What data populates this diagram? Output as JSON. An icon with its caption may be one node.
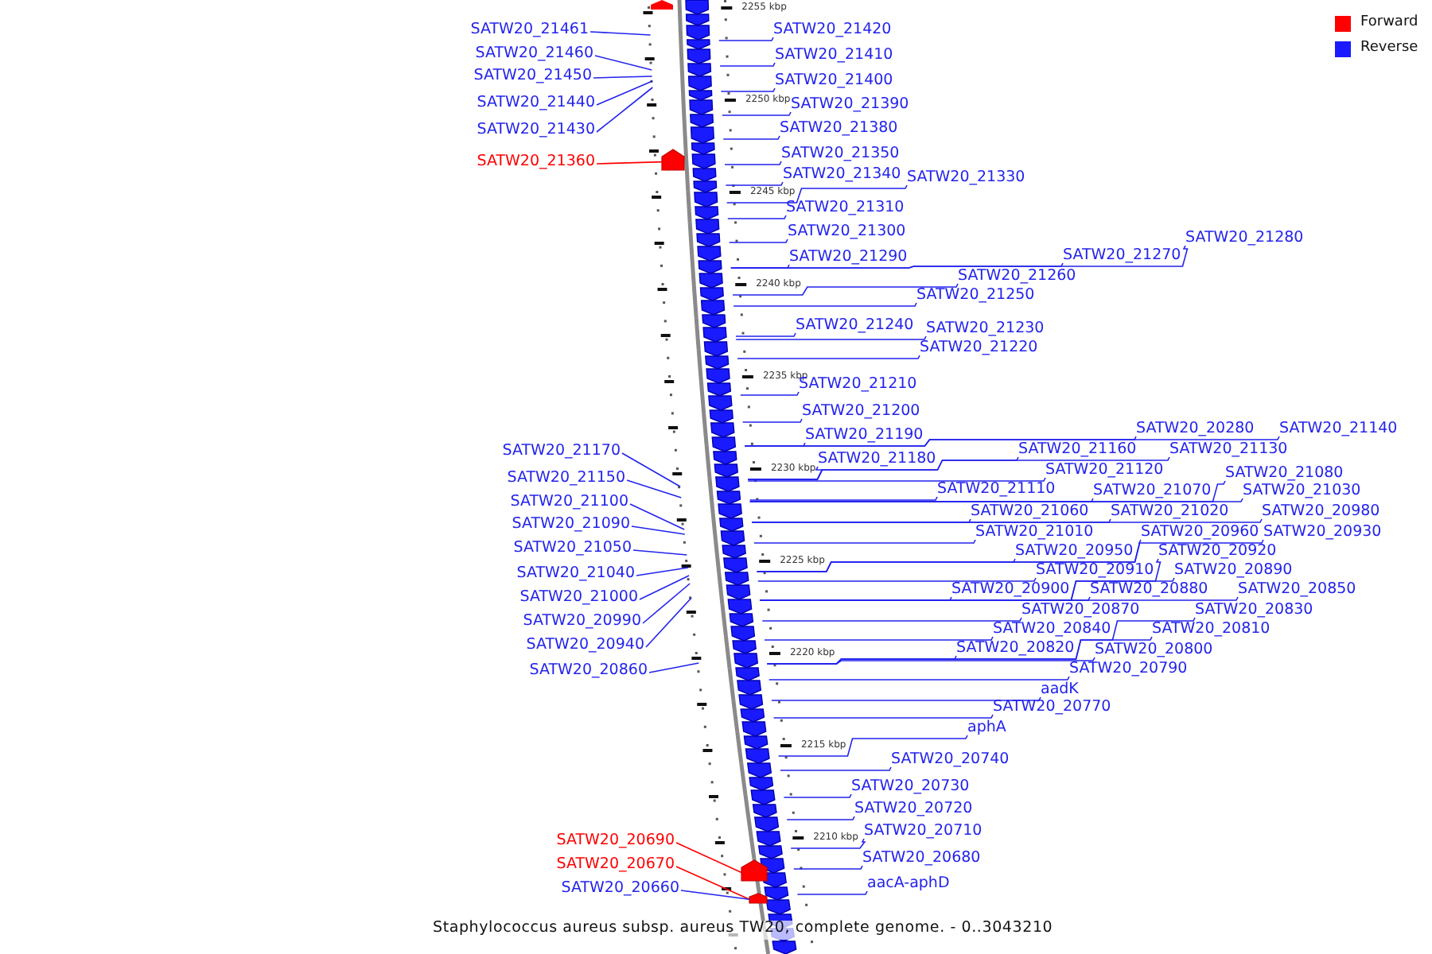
{
  "diagram": {
    "caption": "Staphylococcus aureus subsp. aureus TW20, complete genome. - 0..3043210",
    "nodes": [
      {
        "text": [
          "SATW20_21461"
        ]
      },
      {
        "text": [
          "SATW20_21420"
        ]
      },
      {
        "text": [
          "SATW20_21460"
        ]
      },
      {
        "text": [
          "SATW20_21410"
        ]
      },
      {
        "text": [
          "SATW20_21450"
        ]
      },
      {
        "text": [
          "SATW20_21400"
        ]
      },
      {
        "text": [
          "SATW20_21440"
        ]
      },
      {
        "text": [
          "SATW20_21390"
        ]
      },
      {
        "text": [
          "SATW20_21430"
        ]
      },
      {
        "text": [
          "SATW20_21380"
        ]
      },
      {
        "text": [
          "SATW20_21350"
        ]
      },
      {
        "text": [
          "SATW20_21360"
        ]
      },
      {
        "text": [
          "SATW20_21340"
        ]
      },
      {
        "text": [
          "SATW20_21330"
        ]
      },
      {
        "text": [
          "SATW20_21310"
        ]
      },
      {
        "text": [
          "SATW20_21300"
        ]
      },
      {
        "text": [
          "SATW20_21280"
        ]
      },
      {
        "text": [
          "SATW20_21290"
        ]
      },
      {
        "text": [
          "SATW20_21270"
        ]
      },
      {
        "text": [
          "SATW20_21260"
        ]
      },
      {
        "text": [
          "SATW20_21250"
        ]
      },
      {
        "text": [
          "SATW20_21240"
        ]
      },
      {
        "text": [
          "SATW20_21230"
        ]
      },
      {
        "text": [
          "SATW20_21220"
        ]
      },
      {
        "text": [
          "SATW20_21210"
        ]
      },
      {
        "text": [
          "SATW20_21200"
        ]
      },
      {
        "text": [
          "SATW20_20280"
        ]
      },
      {
        "text": [
          "SATW20_21140"
        ]
      },
      {
        "text": [
          "SATW20_21190"
        ]
      },
      {
        "text": [
          "SATW20_21170"
        ]
      },
      {
        "text": [
          "SATW20_21160"
        ]
      },
      {
        "text": [
          "SATW20_21130"
        ]
      },
      {
        "text": [
          "SATW20_21180"
        ]
      },
      {
        "text": [
          "SATW20_21120"
        ]
      },
      {
        "text": [
          "SATW20_21080"
        ]
      },
      {
        "text": [
          "SATW20_21150"
        ]
      },
      {
        "text": [
          "SATW20_21110"
        ]
      },
      {
        "text": [
          "SATW20_21070"
        ]
      },
      {
        "text": [
          "SATW20_21030"
        ]
      },
      {
        "text": [
          "SATW20_21100"
        ]
      },
      {
        "text": [
          "SATW20_21060"
        ]
      },
      {
        "text": [
          "SATW20_21020"
        ]
      },
      {
        "text": [
          "SATW20_20980"
        ]
      },
      {
        "text": [
          "SATW20_21090"
        ]
      },
      {
        "text": [
          "SATW20_21010"
        ]
      },
      {
        "text": [
          "SATW20_20960"
        ]
      },
      {
        "text": [
          "SATW20_20930"
        ]
      },
      {
        "text": [
          "SATW20_21050"
        ]
      },
      {
        "text": [
          "SATW20_20950"
        ]
      },
      {
        "text": [
          "SATW20_20920"
        ]
      },
      {
        "text": [
          "SATW20_20910"
        ]
      },
      {
        "text": [
          "SATW20_20890"
        ]
      },
      {
        "text": [
          "SATW20_21040"
        ]
      },
      {
        "text": [
          "SATW20_20900"
        ]
      },
      {
        "text": [
          "SATW20_20880"
        ]
      },
      {
        "text": [
          "SATW20_20850"
        ]
      },
      {
        "text": [
          "SATW20_21000"
        ]
      },
      {
        "text": [
          "SATW20_20870"
        ]
      },
      {
        "text": [
          "SATW20_20830"
        ]
      },
      {
        "text": [
          "SATW20_20990"
        ]
      },
      {
        "text": [
          "SATW20_20840"
        ]
      },
      {
        "text": [
          "SATW20_20810"
        ]
      },
      {
        "text": [
          "SATW20_20940"
        ]
      },
      {
        "text": [
          "SATW20_20820"
        ]
      },
      {
        "text": [
          "SATW20_20800"
        ]
      },
      {
        "text": [
          "SATW20_20860"
        ]
      },
      {
        "text": [
          "SATW20_20790"
        ]
      },
      {
        "text": [
          "aadK"
        ]
      },
      {
        "text": [
          "SATW20_20770"
        ]
      },
      {
        "text": [
          "aphA"
        ]
      },
      {
        "text": [
          "SATW20_20740"
        ]
      },
      {
        "text": [
          "SATW20_20730"
        ]
      },
      {
        "text": [
          "SATW20_20720"
        ]
      },
      {
        "text": [
          "SATW20_20710"
        ]
      },
      {
        "text": [
          "SATW20_20690"
        ]
      },
      {
        "text": [
          "SATW20_20680"
        ]
      },
      {
        "text": [
          "SATW20_20670"
        ]
      },
      {
        "text": [
          "aacA-aphD"
        ]
      },
      {
        "text": [
          "SATW20_20660"
        ]
      },
      {
        "text": [],
        "shape": "pentagon"
      },
      {
        "text": [],
        "shape": "pentagon"
      },
      {
        "text": [],
        "shape": "pentagon"
      }
    ],
    "edges": [
      {
        "from": 0,
        "to": null,
        "arrow": "none"
      },
      {
        "from": 1,
        "to": null,
        "arrow": "none"
      },
      {
        "from": 2,
        "to": null,
        "arrow": "none"
      },
      {
        "from": 3,
        "to": null,
        "arrow": "none"
      },
      {
        "from": 4,
        "to": null,
        "arrow": "none"
      },
      {
        "from": 5,
        "to": null,
        "arrow": "none"
      },
      {
        "from": 6,
        "to": null,
        "arrow": "none"
      },
      {
        "from": 7,
        "to": null,
        "arrow": "none"
      },
      {
        "from": 8,
        "to": null,
        "arrow": "none"
      },
      {
        "from": 9,
        "to": null,
        "arrow": "none"
      },
      {
        "from": 10,
        "to": null,
        "arrow": "none"
      },
      {
        "from": 11,
        "to": 79,
        "arrow": "none",
        "color": "#ff0000"
      },
      {
        "from": 12,
        "to": null,
        "arrow": "none"
      },
      {
        "from": 13,
        "to": null,
        "arrow": "none"
      },
      {
        "from": 14,
        "to": null,
        "arrow": "none"
      },
      {
        "from": 15,
        "to": null,
        "arrow": "none"
      },
      {
        "from": 16,
        "to": null,
        "arrow": "none"
      },
      {
        "from": 17,
        "to": null,
        "arrow": "none"
      },
      {
        "from": 18,
        "to": null,
        "arrow": "none"
      },
      {
        "from": 19,
        "to": null,
        "arrow": "none"
      },
      {
        "from": 20,
        "to": null,
        "arrow": "none"
      },
      {
        "from": 21,
        "to": null,
        "arrow": "none"
      },
      {
        "from": 22,
        "to": null,
        "arrow": "none"
      },
      {
        "from": 23,
        "to": null,
        "arrow": "none"
      },
      {
        "from": 24,
        "to": null,
        "arrow": "none"
      },
      {
        "from": 25,
        "to": null,
        "arrow": "none"
      },
      {
        "from": 26,
        "to": null,
        "arrow": "none"
      },
      {
        "from": 27,
        "to": null,
        "arrow": "none"
      },
      {
        "from": 28,
        "to": null,
        "arrow": "none"
      },
      {
        "from": 29,
        "to": null,
        "arrow": "none"
      },
      {
        "from": 30,
        "to": null,
        "arrow": "none"
      },
      {
        "from": 31,
        "to": null,
        "arrow": "none"
      },
      {
        "from": 32,
        "to": null,
        "arrow": "none"
      },
      {
        "from": 33,
        "to": null,
        "arrow": "none"
      },
      {
        "from": 34,
        "to": null,
        "arrow": "none"
      },
      {
        "from": 35,
        "to": null,
        "arrow": "none"
      },
      {
        "from": 36,
        "to": null,
        "arrow": "none"
      },
      {
        "from": 37,
        "to": null,
        "arrow": "none"
      },
      {
        "from": 38,
        "to": null,
        "arrow": "none"
      },
      {
        "from": 39,
        "to": null,
        "arrow": "none"
      },
      {
        "from": 40,
        "to": null,
        "arrow": "none"
      },
      {
        "from": 41,
        "to": null,
        "arrow": "none"
      },
      {
        "from": 42,
        "to": null,
        "arrow": "none"
      },
      {
        "from": 43,
        "to": null,
        "arrow": "none"
      },
      {
        "from": 44,
        "to": null,
        "arrow": "none"
      },
      {
        "from": 45,
        "to": null,
        "arrow": "none"
      },
      {
        "from": 46,
        "to": null,
        "arrow": "none"
      },
      {
        "from": 47,
        "to": null,
        "arrow": "none"
      },
      {
        "from": 48,
        "to": null,
        "arrow": "none"
      },
      {
        "from": 49,
        "to": null,
        "arrow": "none"
      },
      {
        "from": 50,
        "to": null,
        "arrow": "none"
      },
      {
        "from": 51,
        "to": null,
        "arrow": "none"
      },
      {
        "from": 52,
        "to": null,
        "arrow": "none"
      },
      {
        "from": 53,
        "to": null,
        "arrow": "none"
      },
      {
        "from": 54,
        "to": null,
        "arrow": "none"
      },
      {
        "from": 55,
        "to": null,
        "arrow": "none"
      },
      {
        "from": 56,
        "to": null,
        "arrow": "none"
      },
      {
        "from": 57,
        "to": null,
        "arrow": "none"
      },
      {
        "from": 58,
        "to": null,
        "arrow": "none"
      },
      {
        "from": 59,
        "to": null,
        "arrow": "none"
      },
      {
        "from": 60,
        "to": null,
        "arrow": "none"
      },
      {
        "from": 61,
        "to": null,
        "arrow": "none"
      },
      {
        "from": 62,
        "to": null,
        "arrow": "none"
      },
      {
        "from": 63,
        "to": null,
        "arrow": "none"
      },
      {
        "from": 64,
        "to": null,
        "arrow": "none"
      },
      {
        "from": 65,
        "to": null,
        "arrow": "none"
      },
      {
        "from": 66,
        "to": null,
        "arrow": "none"
      },
      {
        "from": 67,
        "to": null,
        "arrow": "none"
      },
      {
        "from": 68,
        "to": null,
        "arrow": "none"
      },
      {
        "from": 69,
        "to": null,
        "arrow": "none"
      },
      {
        "from": 70,
        "to": null,
        "arrow": "none"
      },
      {
        "from": 71,
        "to": null,
        "arrow": "none"
      },
      {
        "from": 72,
        "to": null,
        "arrow": "none"
      },
      {
        "from": 73,
        "to": null,
        "arrow": "none"
      },
      {
        "from": 74,
        "to": 80,
        "arrow": "none",
        "color": "#ff0000"
      },
      {
        "from": 75,
        "to": null,
        "arrow": "none"
      },
      {
        "from": 76,
        "to": 81,
        "arrow": "none",
        "color": "#ff0000"
      },
      {
        "from": 77,
        "to": null,
        "arrow": "none"
      },
      {
        "from": 78,
        "to": 81,
        "arrow": "none"
      }
    ],
    "labels": [
      "2255 kbp",
      "2250 kbp",
      "2245 kbp",
      "2240 kbp",
      "2235 kbp",
      "2230 kbp",
      "2225 kbp",
      "2220 kbp",
      "2215 kbp",
      "2210 kbp"
    ],
    "legend": [
      {
        "text": "Forward",
        "color": "#ff0000"
      },
      {
        "text": "Reverse",
        "color": "#1a1aff"
      }
    ]
  }
}
